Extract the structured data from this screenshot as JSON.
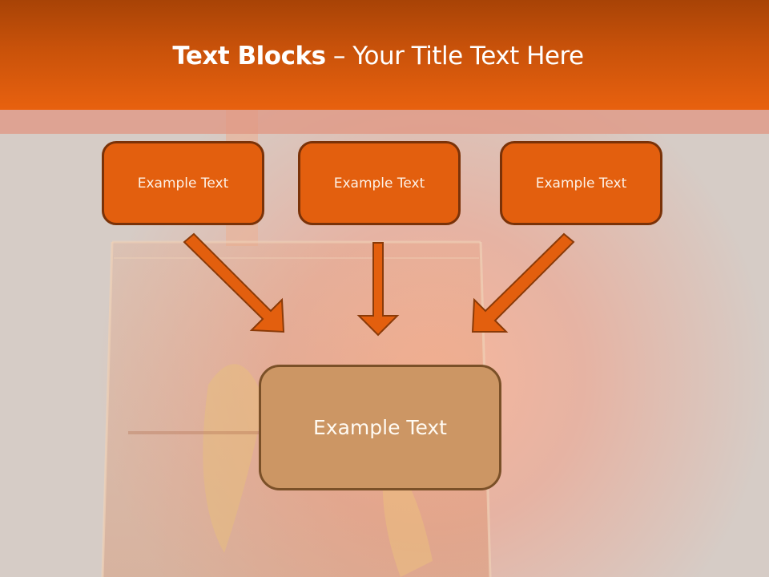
{
  "slide": {
    "title_bold": "Text Blocks",
    "title_dash": " – ",
    "title_rest": "Your Title Text Here"
  },
  "diagram": {
    "top_boxes": [
      {
        "label": "Example Text"
      },
      {
        "label": "Example Text"
      },
      {
        "label": "Example Text"
      }
    ],
    "center_box": {
      "label": "Example Text"
    },
    "arrows": [
      "left-diagonal-down-right",
      "center-down",
      "right-diagonal-down-left"
    ]
  },
  "colors": {
    "header_top": "#a84306",
    "header_bottom": "#e8610f",
    "box_fill": "#e35f0e",
    "box_border": "#7a3208",
    "center_fill": "#cc9664",
    "center_border": "#7a5028",
    "arrow_fill": "#e35f0e",
    "arrow_border": "#8a3a08"
  }
}
